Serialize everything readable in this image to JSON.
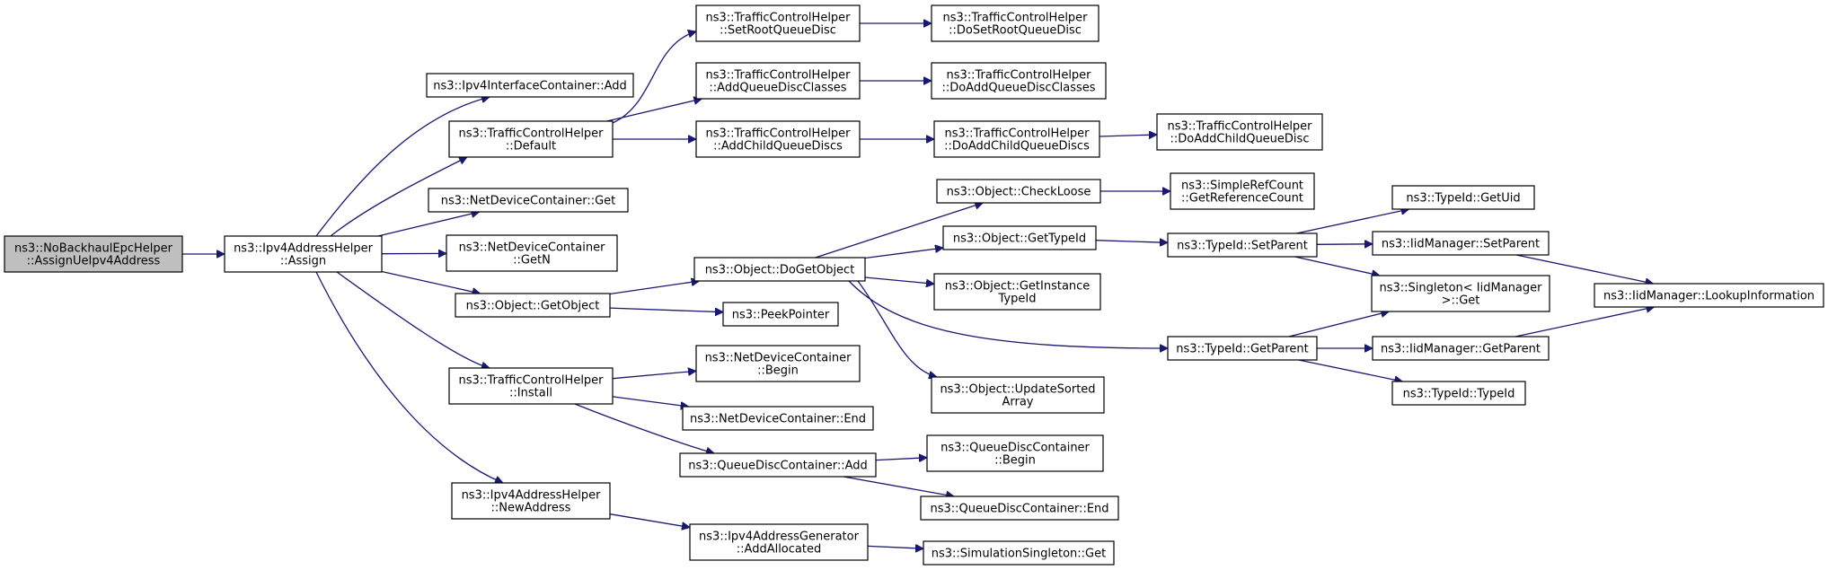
{
  "diagram": {
    "type": "call-graph",
    "colors": {
      "edge": "#191970",
      "node_fill": "#ffffff",
      "root_fill": "#bfbfbf",
      "node_border": "#000000"
    },
    "nodes": [
      {
        "id": "root",
        "lines": [
          "ns3::NoBackhaulEpcHelper",
          "::AssignUeIpv4Address"
        ],
        "root": true
      },
      {
        "id": "assign",
        "lines": [
          "ns3::Ipv4AddressHelper",
          "::Assign"
        ]
      },
      {
        "id": "ifc_add",
        "lines": [
          "ns3::Ipv4InterfaceContainer::Add"
        ]
      },
      {
        "id": "tch_default",
        "lines": [
          "ns3::TrafficControlHelper",
          "::Default"
        ]
      },
      {
        "id": "ndc_get",
        "lines": [
          "ns3::NetDeviceContainer::Get"
        ]
      },
      {
        "id": "ndc_getn",
        "lines": [
          "ns3::NetDeviceContainer",
          "::GetN"
        ]
      },
      {
        "id": "obj_getobject",
        "lines": [
          "ns3::Object::GetObject"
        ]
      },
      {
        "id": "tch_install",
        "lines": [
          "ns3::TrafficControlHelper",
          "::Install"
        ]
      },
      {
        "id": "iah_newaddress",
        "lines": [
          "ns3::Ipv4AddressHelper",
          "::NewAddress"
        ]
      },
      {
        "id": "tch_setroot",
        "lines": [
          "ns3::TrafficControlHelper",
          "::SetRootQueueDisc"
        ]
      },
      {
        "id": "tch_addclasses",
        "lines": [
          "ns3::TrafficControlHelper",
          "::AddQueueDiscClasses"
        ]
      },
      {
        "id": "tch_addchild",
        "lines": [
          "ns3::TrafficControlHelper",
          "::AddChildQueueDiscs"
        ]
      },
      {
        "id": "obj_dogetobject",
        "lines": [
          "ns3::Object::DoGetObject"
        ]
      },
      {
        "id": "peekpointer",
        "lines": [
          "ns3::PeekPointer"
        ]
      },
      {
        "id": "ndc_begin",
        "lines": [
          "ns3::NetDeviceContainer",
          "::Begin"
        ]
      },
      {
        "id": "ndc_end",
        "lines": [
          "ns3::NetDeviceContainer::End"
        ]
      },
      {
        "id": "qdc_add",
        "lines": [
          "ns3::QueueDiscContainer::Add"
        ]
      },
      {
        "id": "iag_addallocated",
        "lines": [
          "ns3::Ipv4AddressGenerator",
          "::AddAllocated"
        ]
      },
      {
        "id": "tch_dosetroot",
        "lines": [
          "ns3::TrafficControlHelper",
          "::DoSetRootQueueDisc"
        ]
      },
      {
        "id": "tch_doaddclasses",
        "lines": [
          "ns3::TrafficControlHelper",
          "::DoAddQueueDiscClasses"
        ]
      },
      {
        "id": "tch_doaddchildren",
        "lines": [
          "ns3::TrafficControlHelper",
          "::DoAddChildQueueDiscs"
        ]
      },
      {
        "id": "obj_checkloose",
        "lines": [
          "ns3::Object::CheckLoose"
        ]
      },
      {
        "id": "obj_gettypeid",
        "lines": [
          "ns3::Object::GetTypeId"
        ]
      },
      {
        "id": "obj_getinstancetypeid",
        "lines": [
          "ns3::Object::GetInstance",
          "TypeId"
        ]
      },
      {
        "id": "obj_updatesorted",
        "lines": [
          "ns3::Object::UpdateSorted",
          "Array"
        ]
      },
      {
        "id": "qdc_begin",
        "lines": [
          "ns3::QueueDiscContainer",
          "::Begin"
        ]
      },
      {
        "id": "qdc_end",
        "lines": [
          "ns3::QueueDiscContainer::End"
        ]
      },
      {
        "id": "sim_singleton_get",
        "lines": [
          "ns3::SimulationSingleton::Get"
        ]
      },
      {
        "id": "tch_doaddchild",
        "lines": [
          "ns3::TrafficControlHelper",
          "::DoAddChildQueueDisc"
        ]
      },
      {
        "id": "srefcount",
        "lines": [
          "ns3::SimpleRefCount",
          "::GetReferenceCount"
        ]
      },
      {
        "id": "typeid_setparent",
        "lines": [
          "ns3::TypeId::SetParent"
        ]
      },
      {
        "id": "typeid_getparent",
        "lines": [
          "ns3::TypeId::GetParent"
        ]
      },
      {
        "id": "typeid_getuid",
        "lines": [
          "ns3::TypeId::GetUid"
        ]
      },
      {
        "id": "iidm_setparent",
        "lines": [
          "ns3::IidManager::SetParent"
        ]
      },
      {
        "id": "singleton_get",
        "lines": [
          "ns3::Singleton< IidManager",
          " >::Get"
        ]
      },
      {
        "id": "iidm_getparent",
        "lines": [
          "ns3::IidManager::GetParent"
        ]
      },
      {
        "id": "typeid_typeid",
        "lines": [
          "ns3::TypeId::TypeId"
        ]
      },
      {
        "id": "iidm_lookup",
        "lines": [
          "ns3::IidManager::LookupInformation"
        ]
      }
    ],
    "edges": [
      [
        "root",
        "assign"
      ],
      [
        "assign",
        "ifc_add"
      ],
      [
        "assign",
        "tch_default"
      ],
      [
        "assign",
        "ndc_get"
      ],
      [
        "assign",
        "ndc_getn"
      ],
      [
        "assign",
        "obj_getobject"
      ],
      [
        "assign",
        "tch_install"
      ],
      [
        "assign",
        "iah_newaddress"
      ],
      [
        "tch_default",
        "tch_setroot"
      ],
      [
        "tch_default",
        "tch_addclasses"
      ],
      [
        "tch_default",
        "tch_addchild"
      ],
      [
        "tch_setroot",
        "tch_dosetroot"
      ],
      [
        "tch_addclasses",
        "tch_doaddclasses"
      ],
      [
        "tch_addchild",
        "tch_doaddchildren"
      ],
      [
        "tch_doaddchildren",
        "tch_doaddchild"
      ],
      [
        "obj_getobject",
        "obj_dogetobject"
      ],
      [
        "obj_getobject",
        "peekpointer"
      ],
      [
        "obj_dogetobject",
        "obj_checkloose"
      ],
      [
        "obj_dogetobject",
        "obj_gettypeid"
      ],
      [
        "obj_dogetobject",
        "obj_getinstancetypeid"
      ],
      [
        "obj_dogetobject",
        "obj_updatesorted"
      ],
      [
        "obj_dogetobject",
        "typeid_getparent"
      ],
      [
        "obj_checkloose",
        "srefcount"
      ],
      [
        "obj_gettypeid",
        "typeid_setparent"
      ],
      [
        "typeid_setparent",
        "typeid_getuid"
      ],
      [
        "typeid_setparent",
        "iidm_setparent"
      ],
      [
        "typeid_setparent",
        "singleton_get"
      ],
      [
        "typeid_getparent",
        "singleton_get"
      ],
      [
        "typeid_getparent",
        "iidm_getparent"
      ],
      [
        "typeid_getparent",
        "typeid_typeid"
      ],
      [
        "iidm_setparent",
        "iidm_lookup"
      ],
      [
        "iidm_getparent",
        "iidm_lookup"
      ],
      [
        "tch_install",
        "ndc_begin"
      ],
      [
        "tch_install",
        "ndc_end"
      ],
      [
        "tch_install",
        "qdc_add"
      ],
      [
        "qdc_add",
        "qdc_begin"
      ],
      [
        "qdc_add",
        "qdc_end"
      ],
      [
        "iah_newaddress",
        "iag_addallocated"
      ],
      [
        "iag_addallocated",
        "sim_singleton_get"
      ]
    ]
  }
}
